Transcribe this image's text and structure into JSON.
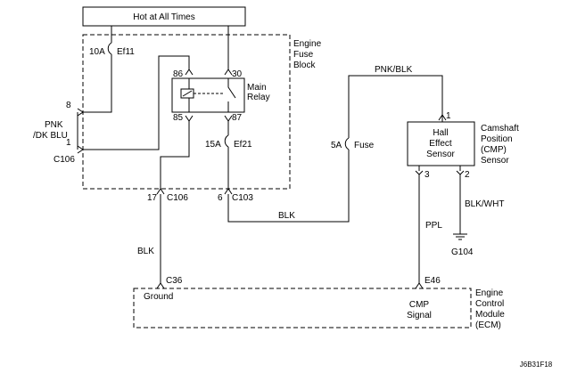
{
  "power": {
    "label": "Hot at All Times"
  },
  "fuse_block": {
    "title_line1": "Engine",
    "title_line2": "Fuse",
    "title_line3": "Block",
    "fuse_ef11": {
      "rating": "10A",
      "name": "Ef11"
    },
    "fuse_ef21": {
      "rating": "15A",
      "name": "Ef21"
    },
    "relay": {
      "label_line1": "Main",
      "label_line2": "Relay",
      "pins": {
        "p86": "86",
        "p30": "30",
        "p85": "85",
        "p87": "87"
      }
    }
  },
  "connector_c106_left": {
    "pin_top": "8",
    "pin_bottom": "1",
    "name": "C106",
    "wire_line1": "PNK",
    "wire_line2": "/DK BLU"
  },
  "bottom_connectors": {
    "c106_pin": "17",
    "c106_name": "C106",
    "c103_pin": "6",
    "c103_name": "C103"
  },
  "wires": {
    "pnk_blk": "PNK/BLK",
    "blk_horizontal": "BLK",
    "blk_vertical": "BLK",
    "ppl": "PPL",
    "blk_wht": "BLK/WHT"
  },
  "fuse_5a": {
    "rating": "5A",
    "name": "Fuse"
  },
  "cmp_sensor": {
    "inner_line1": "Hall",
    "inner_line2": "Effect",
    "inner_line3": "Sensor",
    "title_line1": "Camshaft",
    "title_line2": "Position",
    "title_line3": "(CMP)",
    "title_line4": "Sensor",
    "pin1": "1",
    "pin2": "2",
    "pin3": "3"
  },
  "ground_g104": {
    "label": "G104"
  },
  "ecm": {
    "conn_c36": "C36",
    "conn_e46": "E46",
    "ground_label": "Ground",
    "signal_line1": "CMP",
    "signal_line2": "Signal",
    "title_line1": "Engine",
    "title_line2": "Control",
    "title_line3": "Module",
    "title_line4": "(ECM)"
  },
  "figure_id": "J6B31F18"
}
